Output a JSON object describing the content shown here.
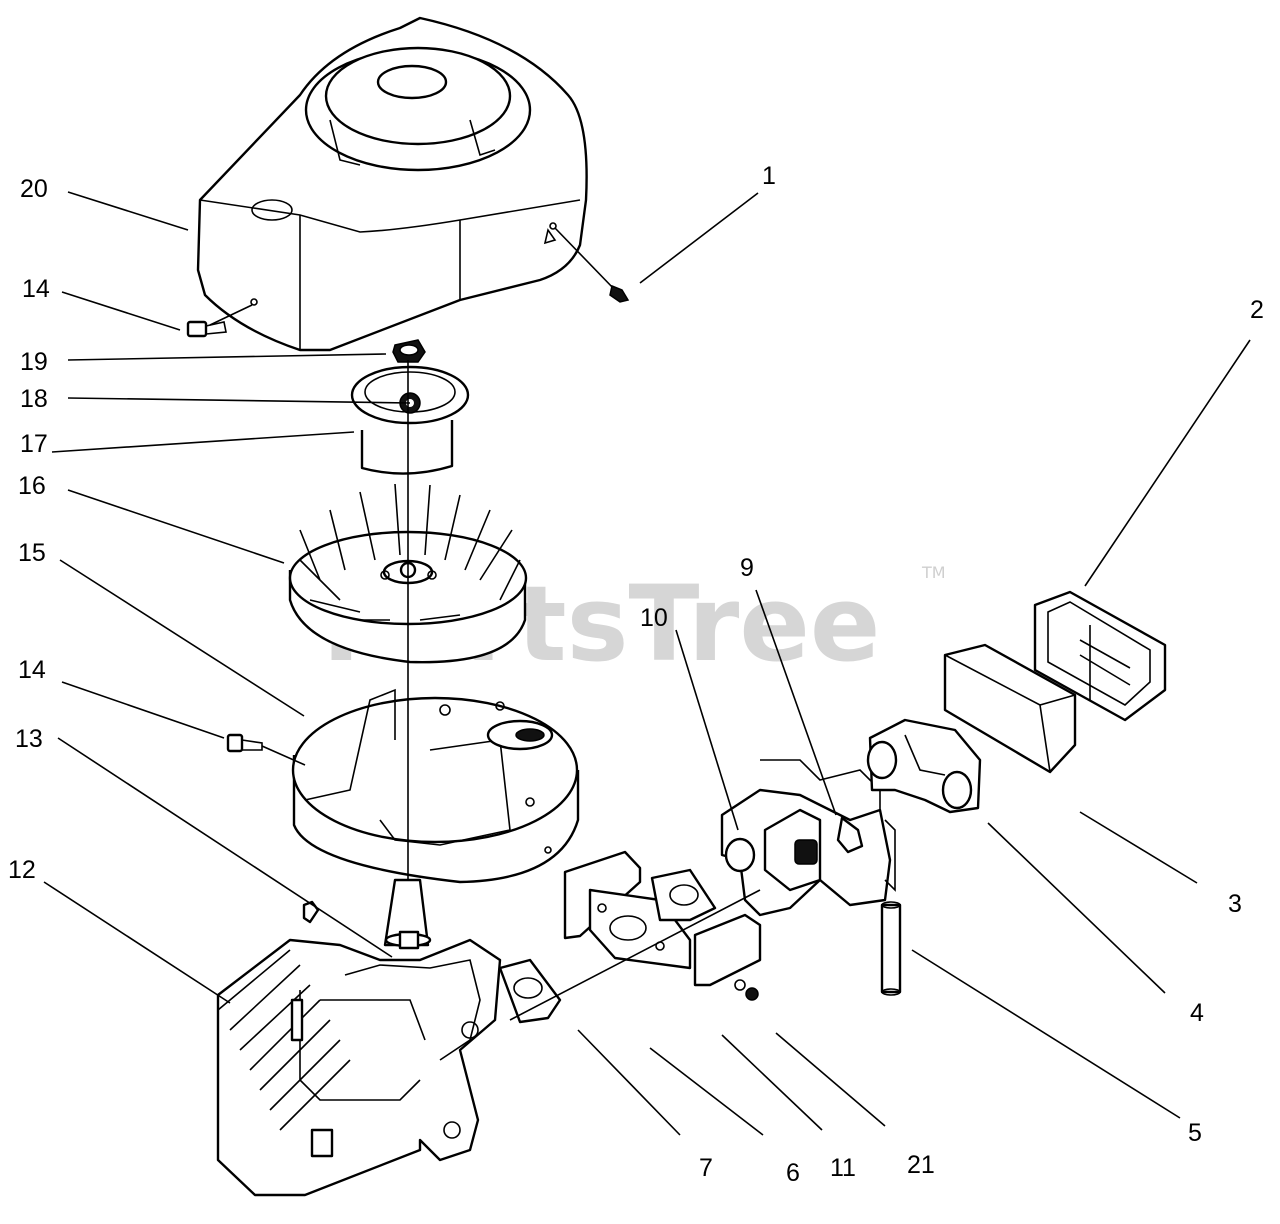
{
  "watermark": {
    "text": "PartsTree",
    "trademark": "TM"
  },
  "callouts": [
    {
      "id": "c20",
      "text": "20"
    },
    {
      "id": "c1",
      "text": "1"
    },
    {
      "id": "c14a",
      "text": "14"
    },
    {
      "id": "c2",
      "text": "2"
    },
    {
      "id": "c19",
      "text": "19"
    },
    {
      "id": "c18",
      "text": "18"
    },
    {
      "id": "c17",
      "text": "17"
    },
    {
      "id": "c16",
      "text": "16"
    },
    {
      "id": "c15",
      "text": "15"
    },
    {
      "id": "c9",
      "text": "9"
    },
    {
      "id": "c10",
      "text": "10"
    },
    {
      "id": "c14b",
      "text": "14"
    },
    {
      "id": "c13",
      "text": "13"
    },
    {
      "id": "c12",
      "text": "12"
    },
    {
      "id": "c3",
      "text": "3"
    },
    {
      "id": "c4",
      "text": "4"
    },
    {
      "id": "c5",
      "text": "5"
    },
    {
      "id": "c7",
      "text": "7"
    },
    {
      "id": "c6",
      "text": "6"
    },
    {
      "id": "c11",
      "text": "11"
    },
    {
      "id": "c21",
      "text": "21"
    }
  ]
}
